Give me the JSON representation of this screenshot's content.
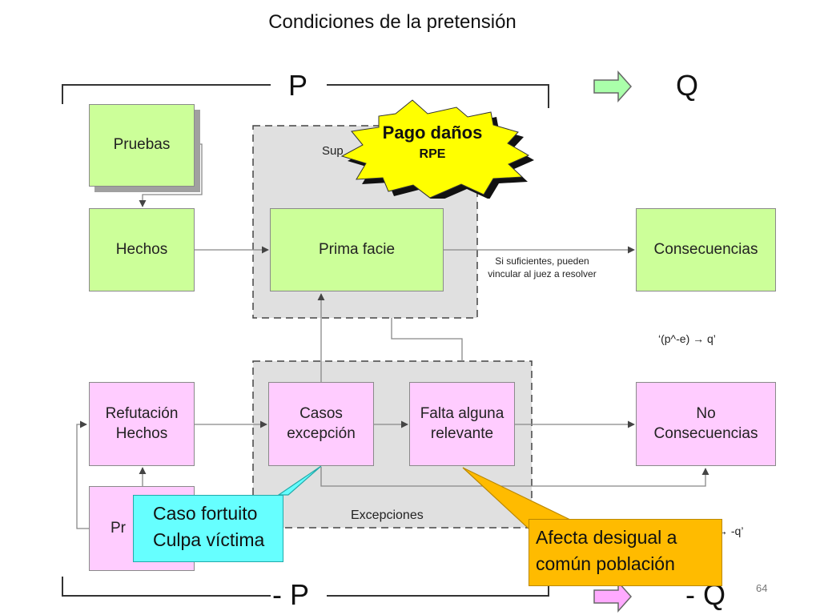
{
  "slide": {
    "title": "Condiciones de la pretensión",
    "p_label": "P",
    "q_label": "Q",
    "not_p_label": "- P",
    "not_q_label": "- Q",
    "page_number": "64"
  },
  "boxes": {
    "pruebas": "Pruebas",
    "hechos": "Hechos",
    "prima_facie": "Prima facie",
    "consecuencias": "Consecuencias",
    "refutacion_hechos": "Refutación\nHechos",
    "pruebas_refutacion": "Pr",
    "casos_excepcion": "Casos\nexcepción",
    "falta_alguna": "Falta alguna\nrelevante",
    "no_consecuencias": "No\nConsecuencias"
  },
  "regions": {
    "supuestos_label": "Sup",
    "excepciones_label": "Excepciones"
  },
  "annotations": {
    "suficientes": "Si suficientes, pueden\nvincular al juez a resolver",
    "formula_q": "‘(p^-e) → q’",
    "formula_not_q": "→ -q’"
  },
  "callouts": {
    "pago_danos_title": "Pago daños",
    "pago_danos_sub": "RPE",
    "caso_fortuito": "Caso fortuito\nCulpa víctima",
    "afecta_desigual": "Afecta desigual a\ncomún población"
  },
  "colors": {
    "green_box": "#ccff99",
    "pink_box": "#ffccff",
    "region_fill": "#e0e0e0",
    "star_fill": "#ffff00",
    "cyan_callout": "#66ffff",
    "orange_callout": "#ffbb00",
    "arrow_green": "#aaffaa",
    "arrow_pink": "#ffaaff"
  }
}
